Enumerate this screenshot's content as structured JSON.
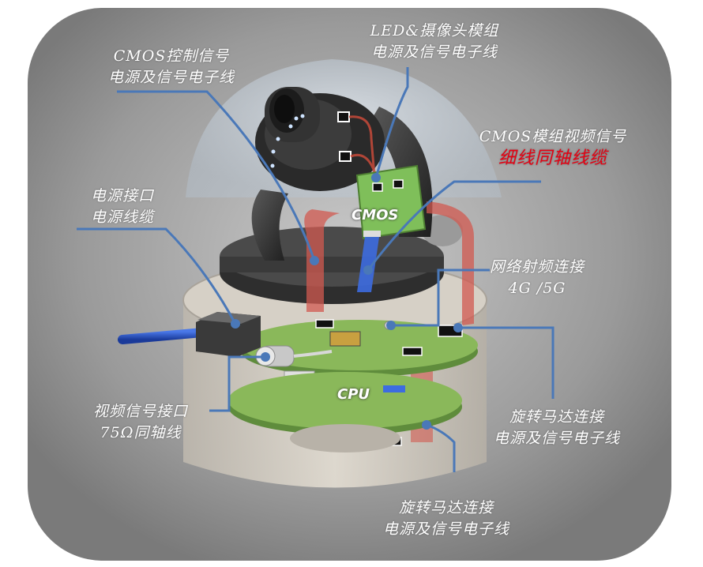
{
  "labels": {
    "cmos_control": {
      "line1": "CMOS控制信号",
      "line2": "电源及信号电子线"
    },
    "led_camera": {
      "line1": "LED&摄像头模组",
      "line2": "电源及信号电子线"
    },
    "cmos_video": {
      "line1": "CMOS模组视频信号",
      "line2": "细线同轴线缆"
    },
    "power_port": {
      "line1": "电源接口",
      "line2": "电源线缆"
    },
    "network_rf": {
      "line1": "网络射频连接",
      "line2": "4G /5G"
    },
    "video_port": {
      "line1": "视频信号接口",
      "line2": "75Ω同轴线"
    },
    "motor_upper": {
      "line1": "旋转马达连接",
      "line2": "电源及信号电子线"
    },
    "motor_lower": {
      "line1": "旋转马达连接",
      "line2": "电源及信号电子线"
    }
  },
  "board_text": {
    "cmos": "CMOS",
    "cpu": "CPU"
  },
  "colors": {
    "background": "#8e8e8e",
    "leader_line": "#4a78b8",
    "accent_red": "#e60012",
    "pcb_green": "#8ab85a",
    "cable": "#2a57c8"
  }
}
